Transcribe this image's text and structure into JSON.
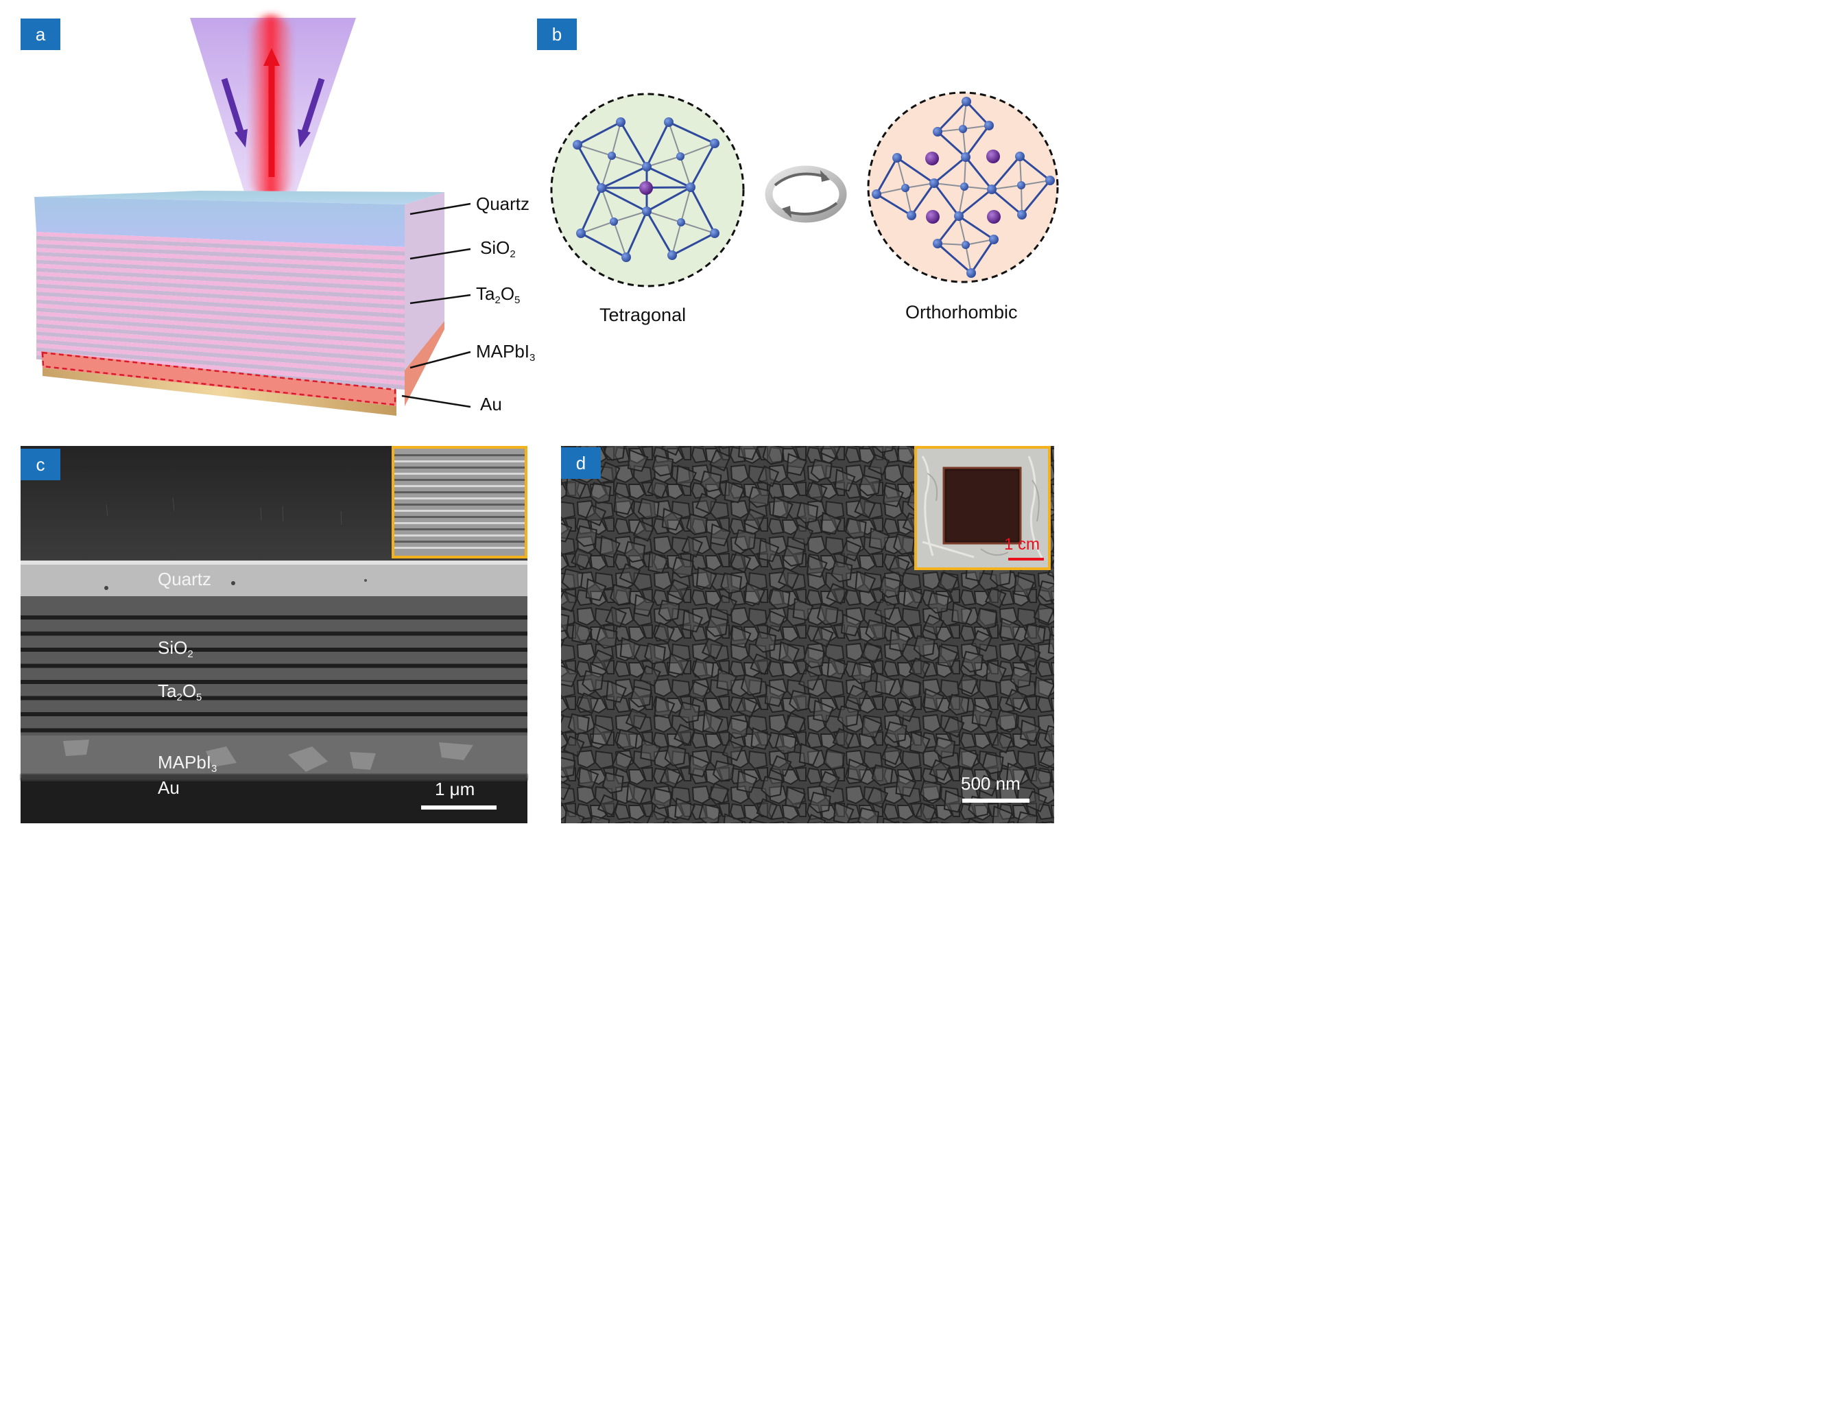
{
  "panels": {
    "a": {
      "tag": "a",
      "layers": [
        {
          "name": "Quartz",
          "sub": ""
        },
        {
          "name": "SiO",
          "sub": "2"
        },
        {
          "name": "Ta",
          "sub": "2",
          "name2": "O",
          "sub2": "5"
        },
        {
          "name": "MAPbI",
          "sub": "3"
        },
        {
          "name": "Au",
          "sub": ""
        }
      ]
    },
    "b": {
      "tag": "b",
      "phase_left": "Tetragonal",
      "phase_right": "Orthorhombic"
    },
    "c": {
      "tag": "c",
      "labels": {
        "quartz": "Quartz",
        "sio2": "SiO",
        "sio2_sub": "2",
        "ta": "Ta",
        "ta_sub1": "2",
        "ta_o": "O",
        "ta_sub2": "5",
        "mapbi": "MAPbI",
        "mapbi_sub": "3",
        "au": "Au"
      },
      "scale_bar": "1 μm"
    },
    "d": {
      "tag": "d",
      "inset_scale": "1 cm",
      "scale_bar": "500 nm"
    }
  },
  "colors": {
    "tag_blue": "#1b71ba",
    "inset_border": "#f2b21d",
    "pump_violet": "#5a2ea6",
    "emission_red": "#e8101e",
    "tetragonal_bg": "#e3efd9",
    "orthorhombic_bg": "#fbe2d3",
    "lattice_blue": "#2f4a9c",
    "cation_purple": "#6a2a9a"
  }
}
